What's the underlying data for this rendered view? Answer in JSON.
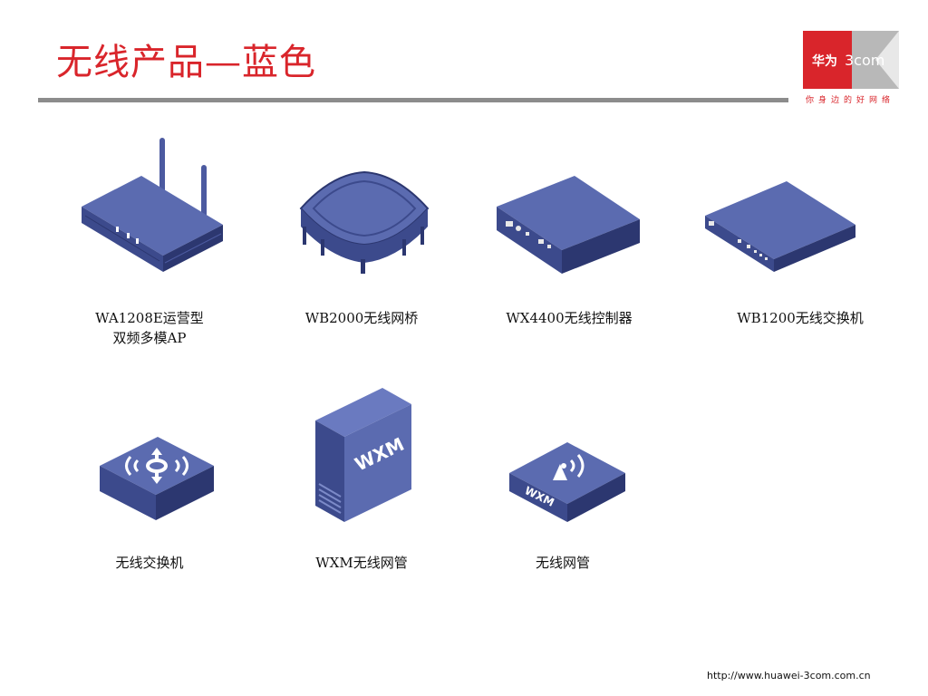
{
  "title": "无线产品—蓝色",
  "logo": {
    "brand_cn": "华为",
    "brand_en": "3com",
    "tagline": "你身边的好网络"
  },
  "colors": {
    "title": "#d9252b",
    "device_top": "#5b6bb0",
    "device_side": "#3c4a8c",
    "device_dark": "#2c3770"
  },
  "products": [
    {
      "label_line1": "WA1208E运营型",
      "label_line2": "双频多模AP",
      "icon": "router-antenna-icon"
    },
    {
      "label_line1": "WB2000无线网桥",
      "icon": "bridge-icon"
    },
    {
      "label_line1": "WX4400无线控制器",
      "icon": "controller-icon"
    },
    {
      "label_line1": "WB1200无线交换机",
      "icon": "switch-rack-icon"
    },
    {
      "label_line1": "无线交换机",
      "icon": "wireless-switch-icon"
    },
    {
      "label_line1": "WXM无线网管",
      "icon": "server-tower-icon",
      "device_text": "WXM"
    },
    {
      "label_line1": "无线网管",
      "icon": "wireless-manager-icon",
      "device_text": "WXM"
    }
  ],
  "footer": {
    "url": "http://www.huawei-3com.com.cn"
  }
}
